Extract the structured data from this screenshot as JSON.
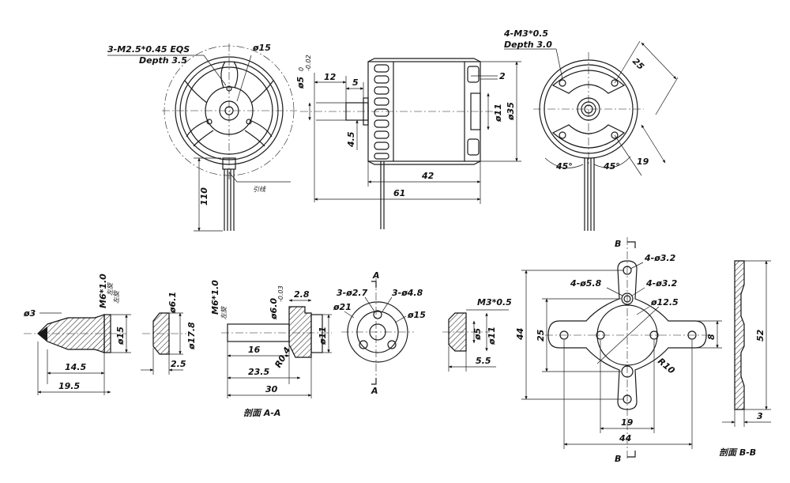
{
  "labels": {
    "thread_front": "3-M2.5*0.45 EQS",
    "depth_front": "Depth 3.5",
    "dia15_top": "ø15",
    "dim110": "110",
    "lead_note": "引线",
    "dim12": "12",
    "dim5": "5",
    "dim2": "2",
    "dia5": "ø5",
    "dia5_tol_up": "0",
    "dia5_tol_low": "-0.02",
    "dia11_side": "ø11",
    "dia35": "ø35",
    "dim4_5": "4.5",
    "dim42": "42",
    "dim61": "61",
    "thread_back": "4-M3*0.5",
    "depth_back": "Depth 3.0",
    "dim25_back": "25",
    "dim19_back": "19",
    "ang45_left": "45°",
    "ang45_right": "45°",
    "dia3": "ø3",
    "m6_cap": "M6*1.0",
    "m6_cap_note": "左旋",
    "cap_side_note": "左旋",
    "dia15_cap": "ø15",
    "dim14_5": "14.5",
    "dim19_5": "19.5",
    "dia6_1": "ø6.1",
    "dia17_8": "ø17.8",
    "dim2_5": "2.5",
    "m6_adapter": "M6*1.0",
    "m6_adapter_note": "左旋",
    "dia6_adapter": "ø6.0",
    "dia6_tol": "-0.03",
    "dim2_8": "2.8",
    "dia11_adapter": "ø11",
    "r0_4": "R0.4",
    "dim16": "16",
    "dim23_5": "23.5",
    "dim30": "30",
    "section_aa": "剖面 A-A",
    "mark_a_top": "A",
    "mark_a_bottom": "A",
    "holes_2_7": "3-ø2.7",
    "holes_4_8": "3-ø4.8",
    "dia21": "ø21",
    "dia15_disk": "ø15",
    "thread_small": "M3*0.5",
    "dia5_small": "ø5",
    "dia11_small": "ø11",
    "dim5_5": "5.5",
    "mark_b_top": "B",
    "mark_b_bottom": "B",
    "holes_3_2_top": "4-ø3.2",
    "holes_5_8": "4-ø5.8",
    "holes_3_2_mid": "4-ø3.2",
    "dia12_5": "ø12.5",
    "dim44_left": "44",
    "dim25_mount": "25",
    "dim8": "8",
    "r10": "R10",
    "dim19_mount": "19",
    "dim44_bottom": "44",
    "dim52": "52",
    "dim3": "3",
    "section_bb": "剖面 B-B"
  }
}
